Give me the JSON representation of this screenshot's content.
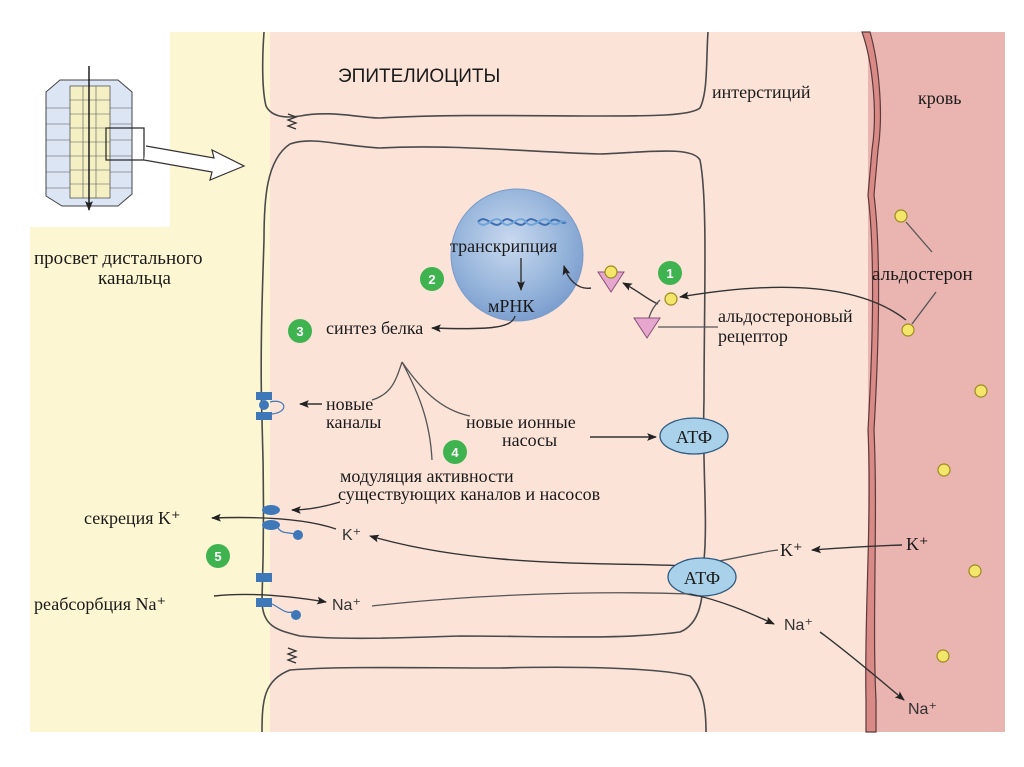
{
  "regions": {
    "lumen": "просвет дистального канальца",
    "lumen_line1": "просвет дистального",
    "lumen_line2": "канальца",
    "epithelium": "ЭПИТЕЛИОЦИТЫ",
    "interstitium": "интерстиций",
    "blood": "кровь"
  },
  "labels": {
    "transcription": "транскрипция",
    "mrna": "мРНК",
    "protein_synthesis": "синтез белка",
    "aldosterone": "альдостерон",
    "receptor_line1": "альдостероновый",
    "receptor_line2": "рецептор",
    "new_channels_line1": "новые",
    "new_channels_line2": "каналы",
    "new_pumps_line1": "новые ионные",
    "new_pumps_line2": "насосы",
    "modulation_line1": "модуляция активности",
    "modulation_line2": "существующих каналов и насосов",
    "k_secretion": "секреция K⁺",
    "na_reabsorption": "реабсорбция Na⁺",
    "atp": "АТФ"
  },
  "ions": {
    "k": "K⁺",
    "na": "Na⁺"
  },
  "steps": [
    "1",
    "2",
    "3",
    "4",
    "5"
  ],
  "colors": {
    "lumen": "#fdf6d2",
    "cell": "#d6e1f2",
    "interstitium": "#fbe3d8",
    "blood": "#eab4b0",
    "vessel_wall": "#d98a86",
    "badge": "#3fb34f",
    "aldosterone": "#f3e66a",
    "receptor": "#e6a7cf",
    "atp": "#a9d2ea",
    "channel": "#3f78b8",
    "nucleus": "#8fb0d8"
  }
}
